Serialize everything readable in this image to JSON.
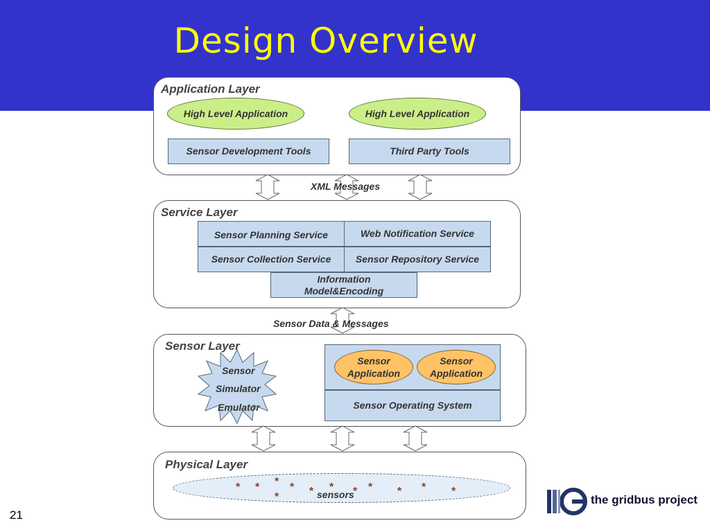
{
  "slide": {
    "title": "Design Overview",
    "page_number": "21",
    "logo_text": "the gridbus project"
  },
  "application_layer": {
    "title": "Application Layer",
    "apps": [
      "High Level Application",
      "High Level Application"
    ],
    "tools": [
      "Sensor Development Tools",
      "Third Party Tools"
    ]
  },
  "xml_messages": "XML Messages",
  "service_layer": {
    "title": "Service Layer",
    "planning": "Sensor Planning Service",
    "notification": "Web Notification Service",
    "collection": "Sensor Collection Service",
    "repository": "Sensor Repository Service",
    "info_model": "Information Model&Encoding"
  },
  "sensor_data_messages": "Sensor Data & Messages",
  "sensor_layer": {
    "title": "Sensor Layer",
    "simulator_lines": [
      "Sensor",
      "Simulator",
      "Emulator"
    ],
    "apps": [
      "Sensor Application",
      "Sensor Application"
    ],
    "os": "Sensor Operating System"
  },
  "physical_layer": {
    "title": "Physical Layer",
    "sensors_label": "sensors"
  },
  "colors": {
    "banner": "#3333cc",
    "title": "#ffff00",
    "box_fill": "#c6d9ee",
    "app_ellipse": "#ccee88",
    "sensor_app_ellipse": "#ffc266"
  }
}
